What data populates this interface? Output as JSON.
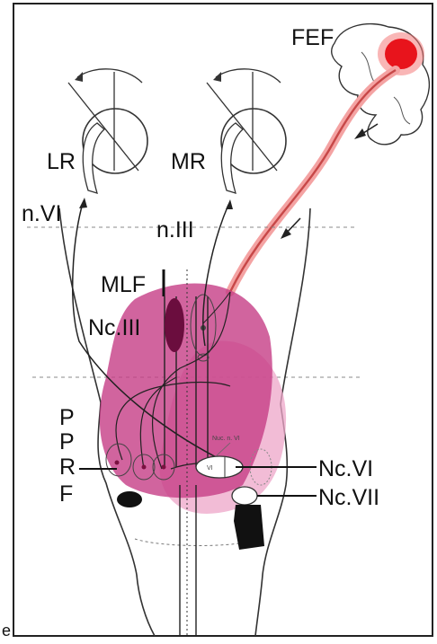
{
  "labels": {
    "fef": "FEF",
    "lr": "LR",
    "mr": "MR",
    "n_vi": "n.VI",
    "n_iii": "n.III",
    "mlf": "MLF",
    "nc_iii": "Nc.III",
    "pprf": [
      "P",
      "P",
      "R",
      "F"
    ],
    "nc_vi": "Nc.VI",
    "nc_vii": "Nc.VII",
    "nuc_n_vi": "Nuc. n. VI",
    "vi": "VI",
    "corner": "e"
  },
  "colors": {
    "frontal_eye_field": "#e8141c",
    "pathway": "#f4a3a3",
    "nucleus_region": "#c63d86",
    "pprf_region": "#eea5c8"
  }
}
